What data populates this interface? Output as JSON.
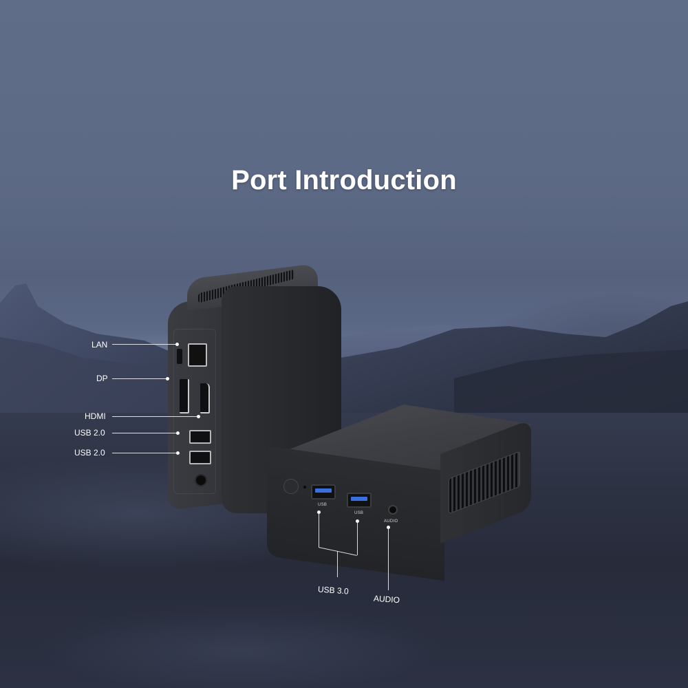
{
  "title": "Port Introduction",
  "colors": {
    "background_top": "#5f6d89",
    "background_floor": "#2a2f40",
    "title_text": "#ffffff",
    "device_body": "#2b2d31",
    "usb3_accent": "#3a6fe0"
  },
  "tall_device": {
    "callouts": [
      {
        "label": "LAN"
      },
      {
        "label": "DP"
      },
      {
        "label": "HDMI"
      },
      {
        "label": "USB 2.0"
      },
      {
        "label": "USB 2.0"
      }
    ]
  },
  "flat_device": {
    "port_labels": {
      "usb_a": "USB",
      "usb_b": "USB",
      "audio": "AUDIO"
    },
    "callouts": [
      {
        "label": "USB 3.0"
      },
      {
        "label": "AUDIO"
      }
    ]
  }
}
